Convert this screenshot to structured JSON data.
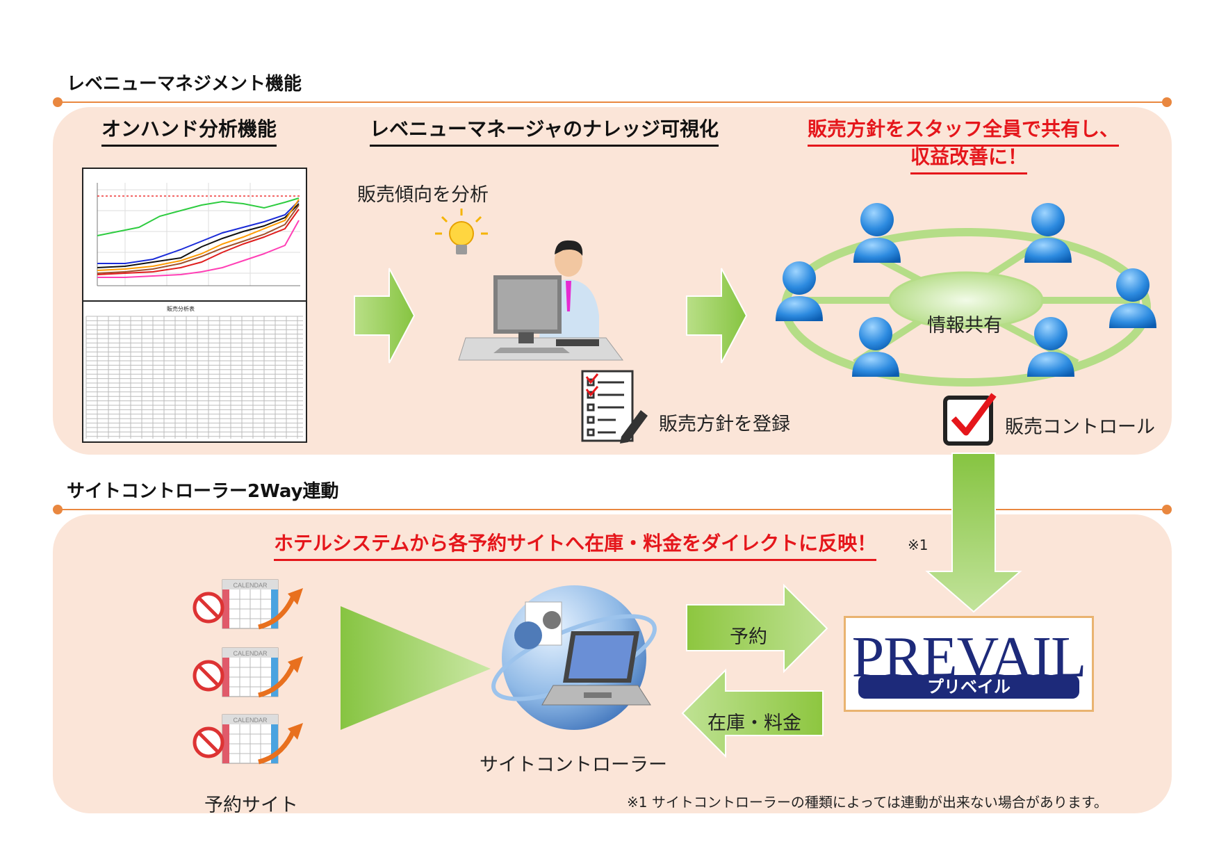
{
  "sections": {
    "revenue_title": "レベニューマネジメント機能",
    "sitecontroller_title": "サイトコントローラー2Way連動"
  },
  "revenue": {
    "heading_onhand": "オンハンド分析機能",
    "heading_knowledge": "レベニューマネージャのナレッジ可視化",
    "heading_share_line1": "販売方針をスタッフ全員で共有し、",
    "heading_share_line2": "収益改善に！",
    "label_analyze": "販売傾向を分析",
    "label_register": "販売方針を登録",
    "label_info_share": "情報共有",
    "label_sales_control": "販売コントロール",
    "report_title": "販売分析表"
  },
  "sitecontroller": {
    "heading": "ホテルシステムから各予約サイトへ在庫・料金をダイレクトに反映！",
    "heading_note_mark": "※1",
    "calendar_label": "CALENDAR",
    "label_reservation_sites": "予約サイト",
    "label_site_controller": "サイトコントローラー",
    "arrow_reservation": "予約",
    "arrow_inventory": "在庫・料金",
    "footnote": "※1 サイトコントローラーの種類によっては連動が出来ない場合があります。"
  },
  "prevail": {
    "logo_word": "PREVAIL",
    "logo_kana": "プリベイル"
  },
  "colors": {
    "accent_orange": "#e9873f",
    "panel_bg": "#fbe5d8",
    "emphasis_red": "#e5161b",
    "arrow_green": "#8dc63f",
    "logo_navy": "#1d2a7a"
  }
}
